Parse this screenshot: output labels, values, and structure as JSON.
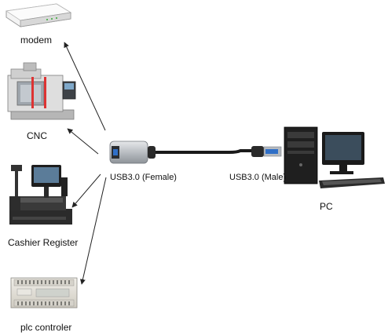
{
  "devices": {
    "modem": {
      "label": "modem",
      "icon": "modem-icon"
    },
    "cnc": {
      "label": "CNC",
      "icon": "cnc-machine-icon"
    },
    "cashier": {
      "label": "Cashier Register",
      "icon": "cash-register-icon"
    },
    "plc": {
      "label": "plc controler",
      "icon": "plc-controller-icon"
    },
    "pc": {
      "label": "PC",
      "icon": "desktop-pc-icon"
    }
  },
  "adapter": {
    "female_label": "USB3.0 (Female)",
    "male_label": "USB3.0 (Male)",
    "icon": "usb-extension-cable-icon"
  },
  "colors": {
    "arrow": "#222222",
    "cable": "#1a1a1a",
    "housing": "#c9ccd0",
    "usb_plug": "#9aa0a6"
  }
}
